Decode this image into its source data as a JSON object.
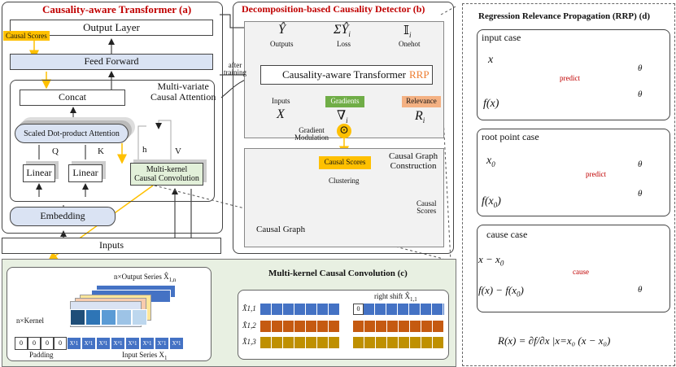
{
  "panel_a": {
    "title": "Causality-aware Transformer (a)",
    "output_layer": "Output Layer",
    "causal_scores_tag": "Causal Scores",
    "feed_forward": "Feed Forward",
    "mvca_title_1": "Multi-variate",
    "mvca_title_2": "Causal Attention",
    "concat": "Concat",
    "sdpa": "Scaled Dot-product Attention",
    "q": "Q",
    "k": "K",
    "h": "h",
    "v": "V",
    "linear_1": "Linear",
    "linear_2": "Linear",
    "mkcc_1": "Multi-kernel",
    "mkcc_2": "Causal Convolution",
    "embedding": "Embedding",
    "inputs": "Inputs"
  },
  "panel_b": {
    "title": "Decomposition-based Causality Detector (b)",
    "y_hat": "Ŷ",
    "outputs": "Outputs",
    "sum_y": "ΣŶ",
    "sum_sub": "i",
    "loss": "Loss",
    "onehot_sym": "𝕀",
    "onehot_sub": "i",
    "onehot": "Onehot",
    "after_training_1": "after",
    "after_training_2": "training",
    "cat": "Causality-aware Transformer",
    "rrp": "RRP",
    "inputs_label": "Inputs",
    "x": "X",
    "gradients": "Gradients",
    "nabla": "∇",
    "nabla_sub": "i",
    "relevance": "Relevance",
    "r": "R",
    "r_sub": "i",
    "grad_mod_1": "Gradient",
    "grad_mod_2": "Modulation",
    "odot": "⊙",
    "causal_scores": "Causal Scores",
    "cg_construction_1": "Causal Graph",
    "cg_construction_2": "Construction",
    "clustering": "Clustering",
    "causal_scores_axis_1": "Causal",
    "causal_scores_axis_2": "Scores",
    "causal_graph": "Causal Graph"
  },
  "panel_c": {
    "title": "Multi-kernel Causal Convolution (c)",
    "output_series": "n×Output Series X̂",
    "output_series_sub": "1,n",
    "n_kernel": "n×Kernel",
    "padding": "Padding",
    "input_series": "Input Series X",
    "input_series_sub": "1",
    "right_shift": "right shift X̂",
    "right_shift_sub": "1,1",
    "row_labels": [
      "X̂1,1",
      "X̂1,2",
      "X̂1,3"
    ],
    "pad_cells": [
      "0",
      "0",
      "0",
      "0"
    ],
    "input_cells": [
      "X¹1",
      "X²1",
      "X³1",
      "X⁴1",
      "X⁵1",
      "X⁶1",
      "X⁷1",
      "X⁸1"
    ],
    "shift_zero": "0"
  },
  "panel_d": {
    "title": "Regression Relevance Propagation (RRP) (d)",
    "input_case": "input case",
    "x": "x",
    "theta": "θ",
    "predict": "predict",
    "fx": "f(x)",
    "root_case": "root point case",
    "x0": "x",
    "x0_sub": "0",
    "fx0": "f(x",
    "fx0_sub": "0",
    "fx0_close": ")",
    "cause_case": "cause case",
    "x_minus_x0": "x − x",
    "cause": "cause",
    "fx_minus": "f(x) − f(x",
    "formula": "R(x) = ∂f/∂x |x=x₀ (x − x₀)"
  },
  "colors": {
    "red": "#c00000",
    "blue_box": "#dae3f3",
    "yellow": "#ffc000",
    "green": "#70ad47",
    "orange": "#f4b183",
    "cell_blue": "#4472c4",
    "cell_orange": "#c55a11",
    "cell_gold": "#bf9000"
  }
}
